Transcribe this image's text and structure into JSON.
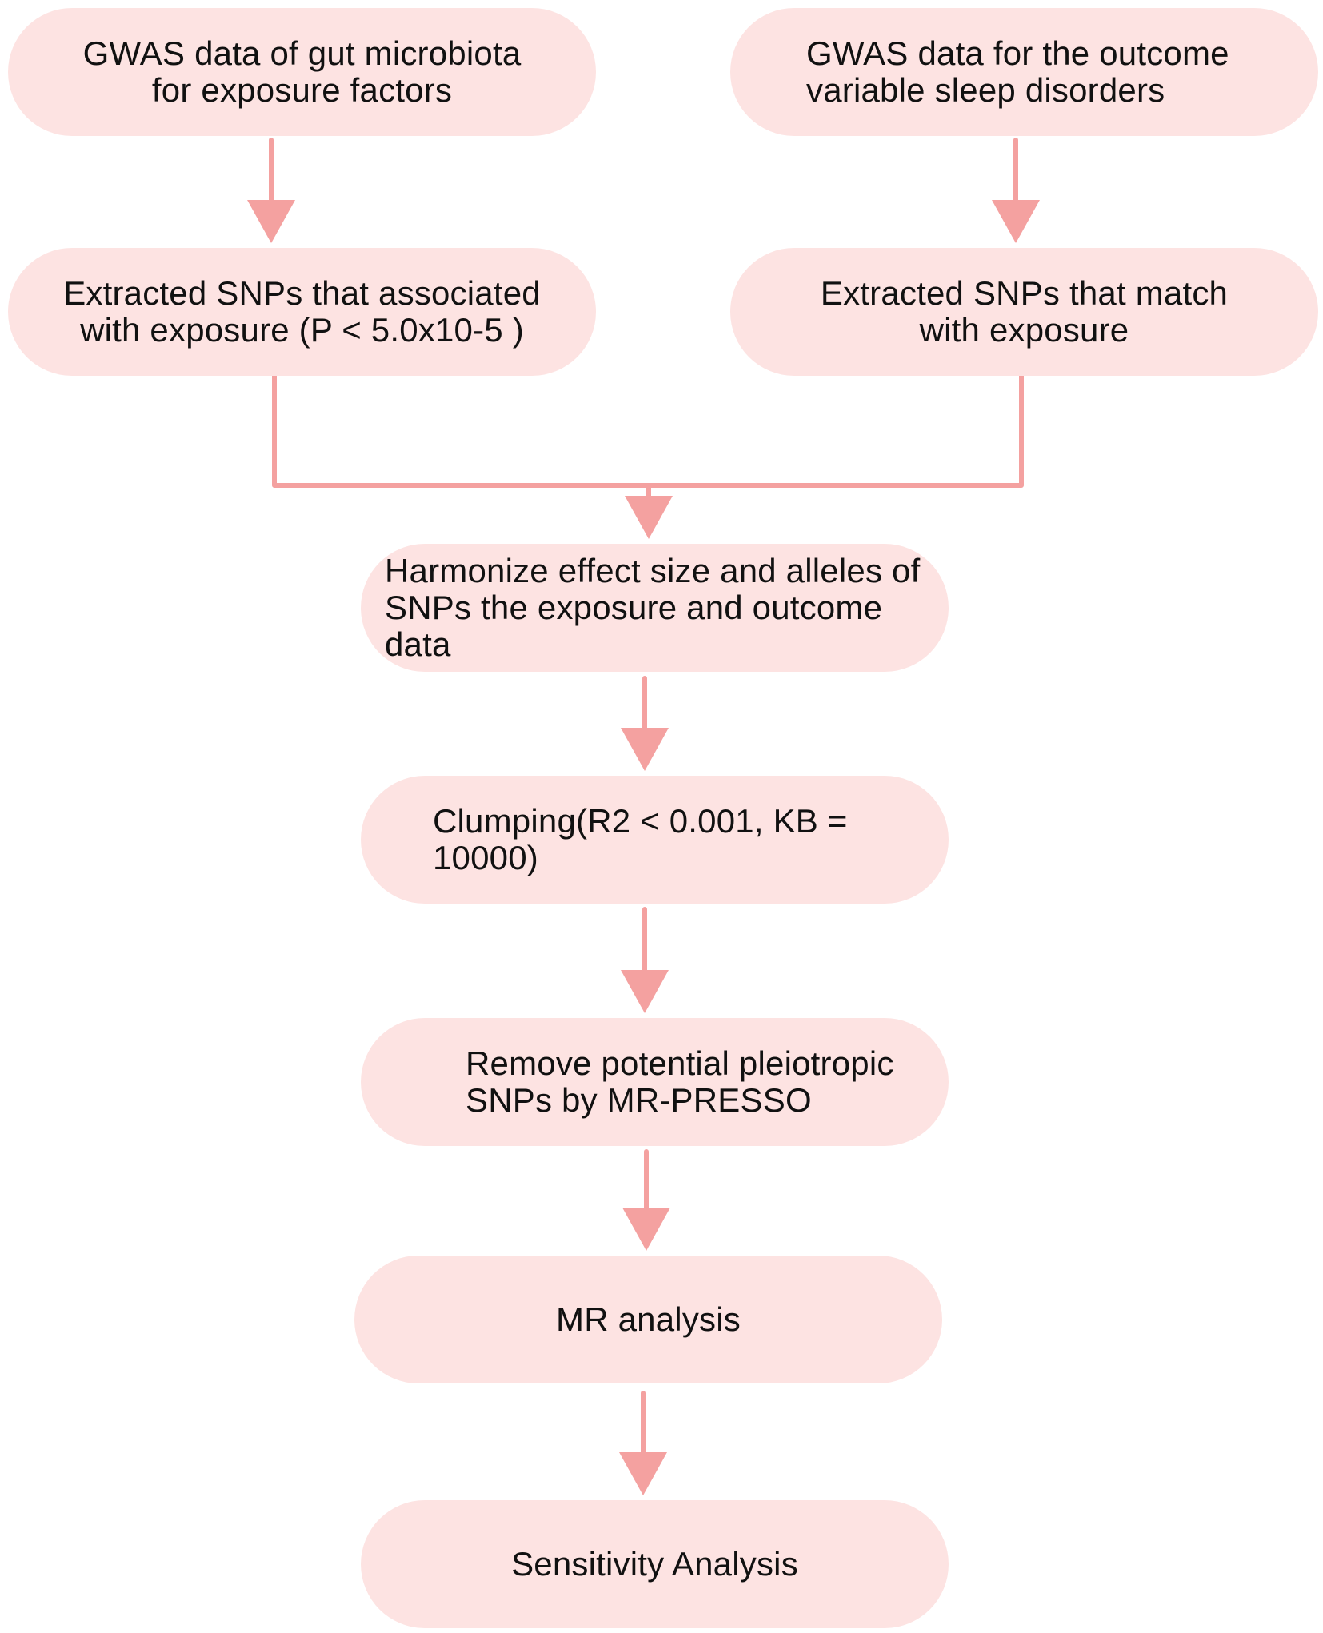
{
  "colors": {
    "node_fill": "#fde3e2",
    "connector": "#f4a1a0"
  },
  "nodes": {
    "gut_gwas": "GWAS data of gut microbiota\nfor exposure factors",
    "sleep_gwas": "GWAS data for the outcome\nvariable sleep disorders",
    "extract_exposure": "Extracted SNPs that associated\nwith exposure (P < 5.0x10-5 )",
    "extract_match": "Extracted SNPs that match\nwith exposure",
    "harmonize": "Harmonize effect size and alleles of\nSNPs the exposure and outcome data",
    "clumping": "Clumping(R2 < 0.001, KB = 10000)",
    "mr_presso": "Remove potential pleiotropic\nSNPs by MR-PRESSO",
    "mr_analysis": "MR analysis",
    "sensitivity": "Sensitivity Analysis"
  }
}
